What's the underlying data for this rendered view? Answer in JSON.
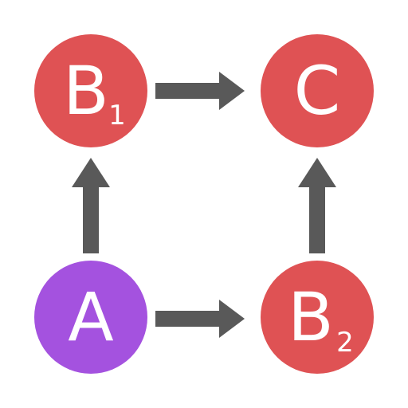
{
  "diagram": {
    "nodes": [
      {
        "id": "B1",
        "letter": "B",
        "subscript": "1",
        "color": "#df5254"
      },
      {
        "id": "C",
        "letter": "C",
        "subscript": "",
        "color": "#df5254"
      },
      {
        "id": "A",
        "letter": "A",
        "subscript": "",
        "color": "#a452df"
      },
      {
        "id": "B2",
        "letter": "B",
        "subscript": "2",
        "color": "#df5254"
      }
    ],
    "edges": [
      {
        "from": "B1",
        "to": "C"
      },
      {
        "from": "A",
        "to": "B1"
      },
      {
        "from": "B2",
        "to": "C"
      },
      {
        "from": "A",
        "to": "B2"
      }
    ],
    "arrow_color": "#595959"
  }
}
